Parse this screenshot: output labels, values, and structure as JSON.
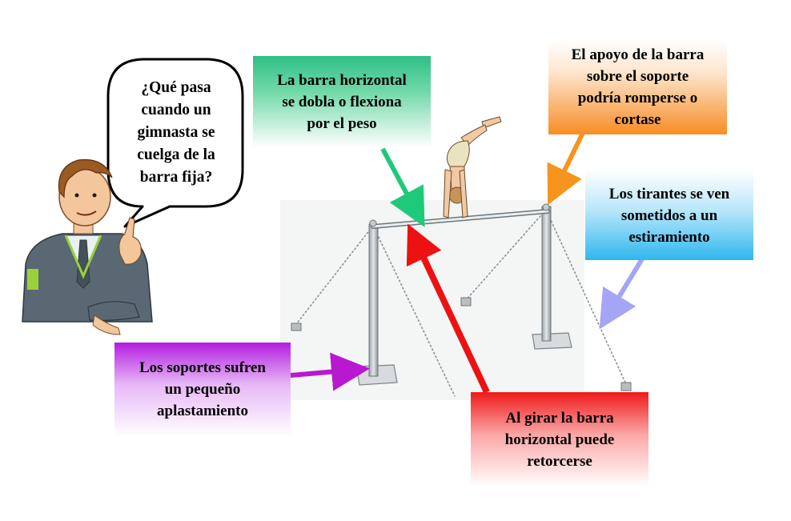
{
  "question": {
    "lines": [
      "¿Qué pasa",
      "cuando un",
      "gimnasta se",
      "cuelga de la",
      "barra fija?"
    ]
  },
  "labels": {
    "bar_flex": {
      "lines": [
        "La barra horizontal",
        "se dobla o flexiona",
        "por el peso"
      ],
      "color": "#1fc97a"
    },
    "support_break": {
      "lines": [
        "El apoyo de la barra",
        "sobre el soporte",
        "podría romperse o",
        "cortase"
      ],
      "color": "#f7941d"
    },
    "cables_stretch": {
      "lines": [
        "Los tirantes se ven",
        "sometidos a un",
        "estiramiento"
      ],
      "color": "#a5a5f5"
    },
    "supports_crush": {
      "lines": [
        "Los soportes sufren",
        "un pequeño",
        "aplastamiento"
      ],
      "color": "#b818d0"
    },
    "bar_twist": {
      "lines": [
        "Al girar la barra",
        "horizontal puede",
        "retorcerse"
      ],
      "color": "#ee1111"
    }
  }
}
